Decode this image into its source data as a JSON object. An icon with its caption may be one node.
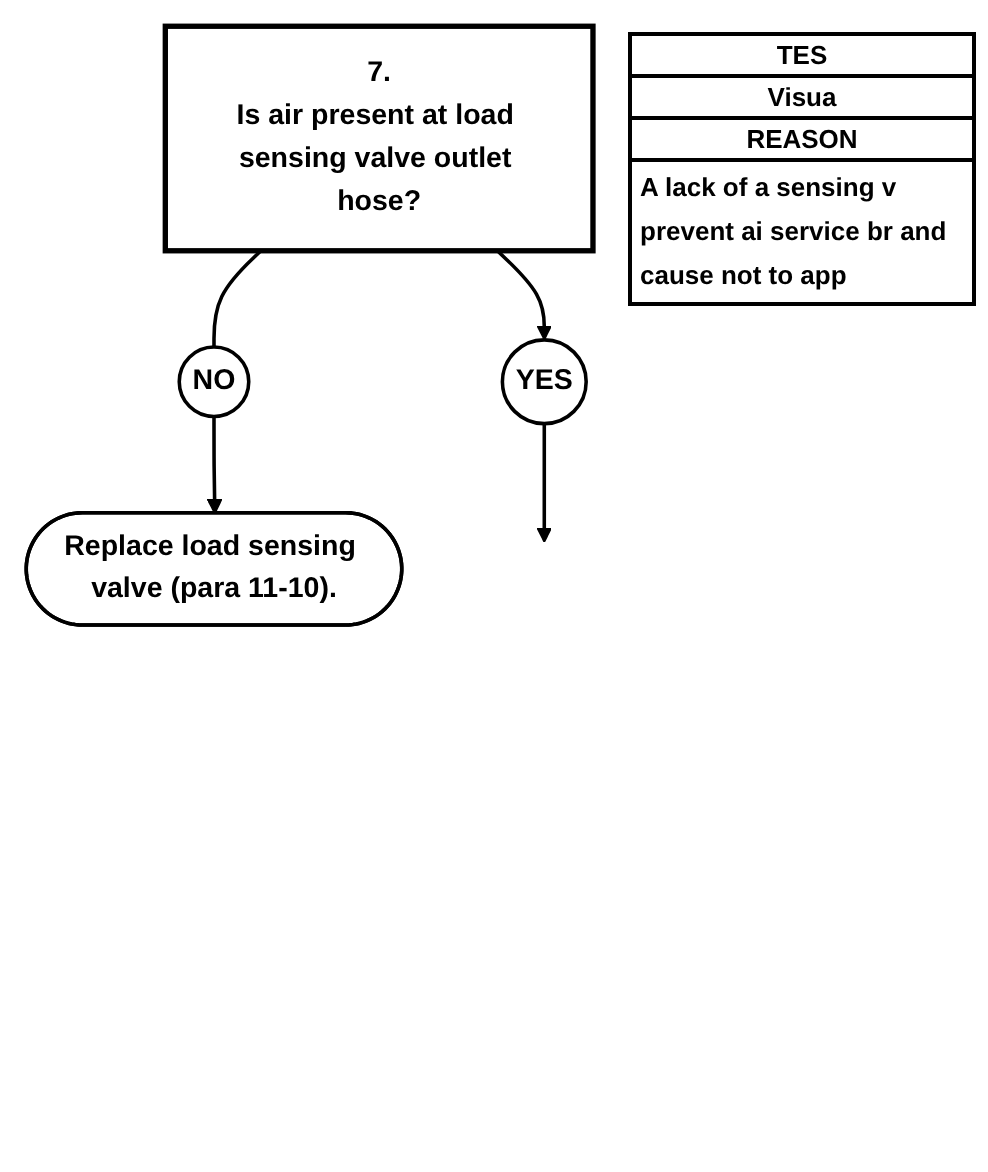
{
  "diagram": {
    "nodes": [
      {
        "text": [
          "7.",
          "Is air present at load sensing valve outlet hose?"
        ]
      },
      {
        "text": [
          "NO"
        ]
      },
      {
        "text": [
          "Replace load sensing valve (para 11-10)."
        ]
      },
      {
        "text": [
          "YES"
        ]
      }
    ],
    "edges": [
      {
        "from": 0,
        "to": 1,
        "arrow": "none"
      },
      {
        "from": 1,
        "to": 2,
        "arrow": "to"
      },
      {
        "from": 0,
        "to": 3,
        "arrow": "to"
      },
      {
        "from": 3,
        "to": null,
        "arrow": "to"
      }
    ],
    "labels": [
      "TES",
      "Visua",
      "REASON",
      "A lack of a sensing v prevent ai service br and cause not to app"
    ]
  }
}
